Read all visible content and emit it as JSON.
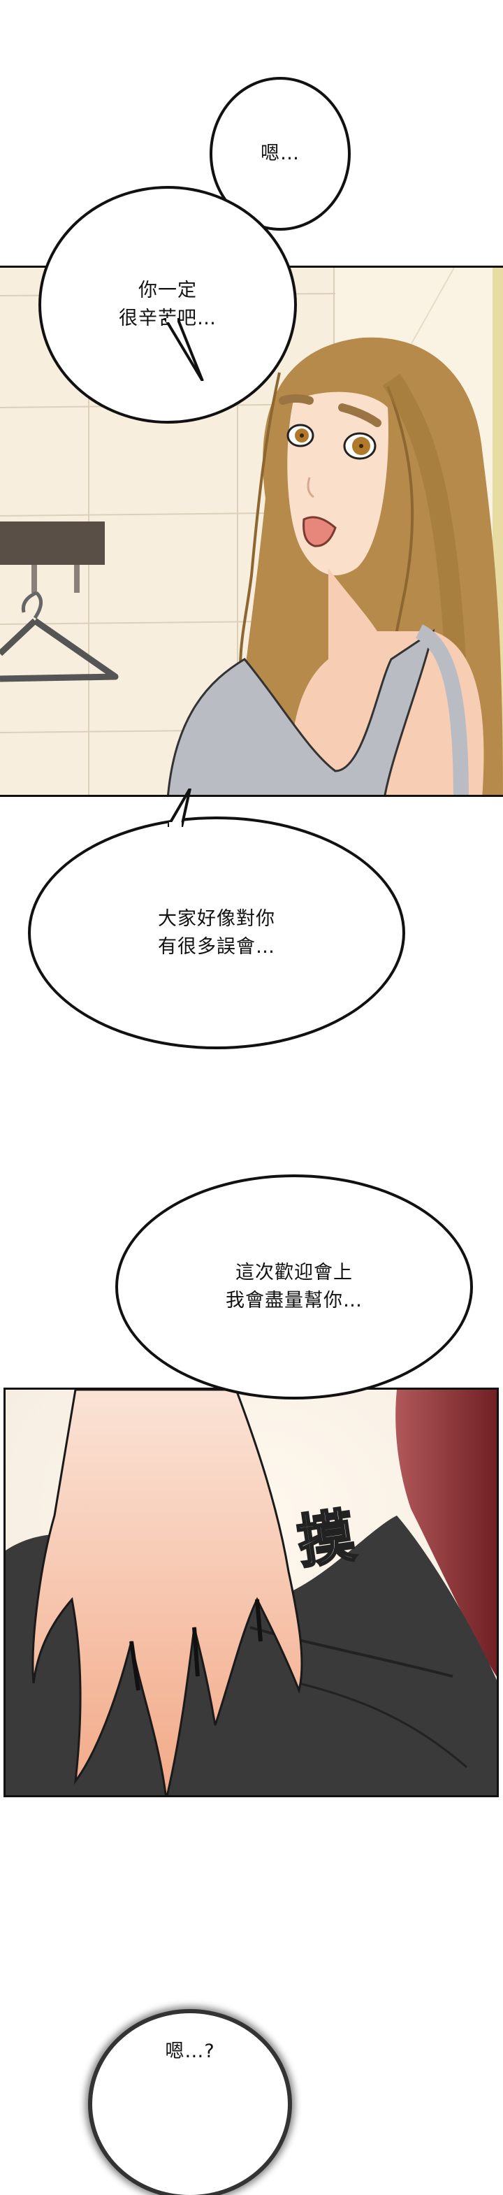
{
  "comic": {
    "colors": {
      "page_bg": "#ffffff",
      "panel_border": "#111111",
      "wall_tile": "#f6eddc",
      "hair": "#b68a4a",
      "skin": "#f7cdb4",
      "tank_top": "#b9bcc3",
      "coat_rack": "#5a4f47",
      "dark_clothing": "#3a3a3a",
      "red_clothing": "#8a2a2c"
    },
    "bubbles": [
      {
        "id": "bubble-1",
        "text": "嗯…"
      },
      {
        "id": "bubble-2",
        "text": "你一定\n很辛苦吧…"
      },
      {
        "id": "bubble-3",
        "text": "大家好像對你\n有很多誤會…"
      },
      {
        "id": "bubble-4",
        "text": "這次歡迎會上\n我會盡量幫你…"
      },
      {
        "id": "bubble-5",
        "text": "嗯…?"
      }
    ],
    "sound_effects": [
      {
        "id": "sfx-touch",
        "text": "摸"
      }
    ],
    "panels": [
      {
        "id": "panel-1",
        "description": "Woman with long light-brown hair in grey tank top, tiled wall with coat hanger"
      },
      {
        "id": "panel-2",
        "description": "Close-up of a hand touching dark clothing with red fabric"
      }
    ]
  }
}
